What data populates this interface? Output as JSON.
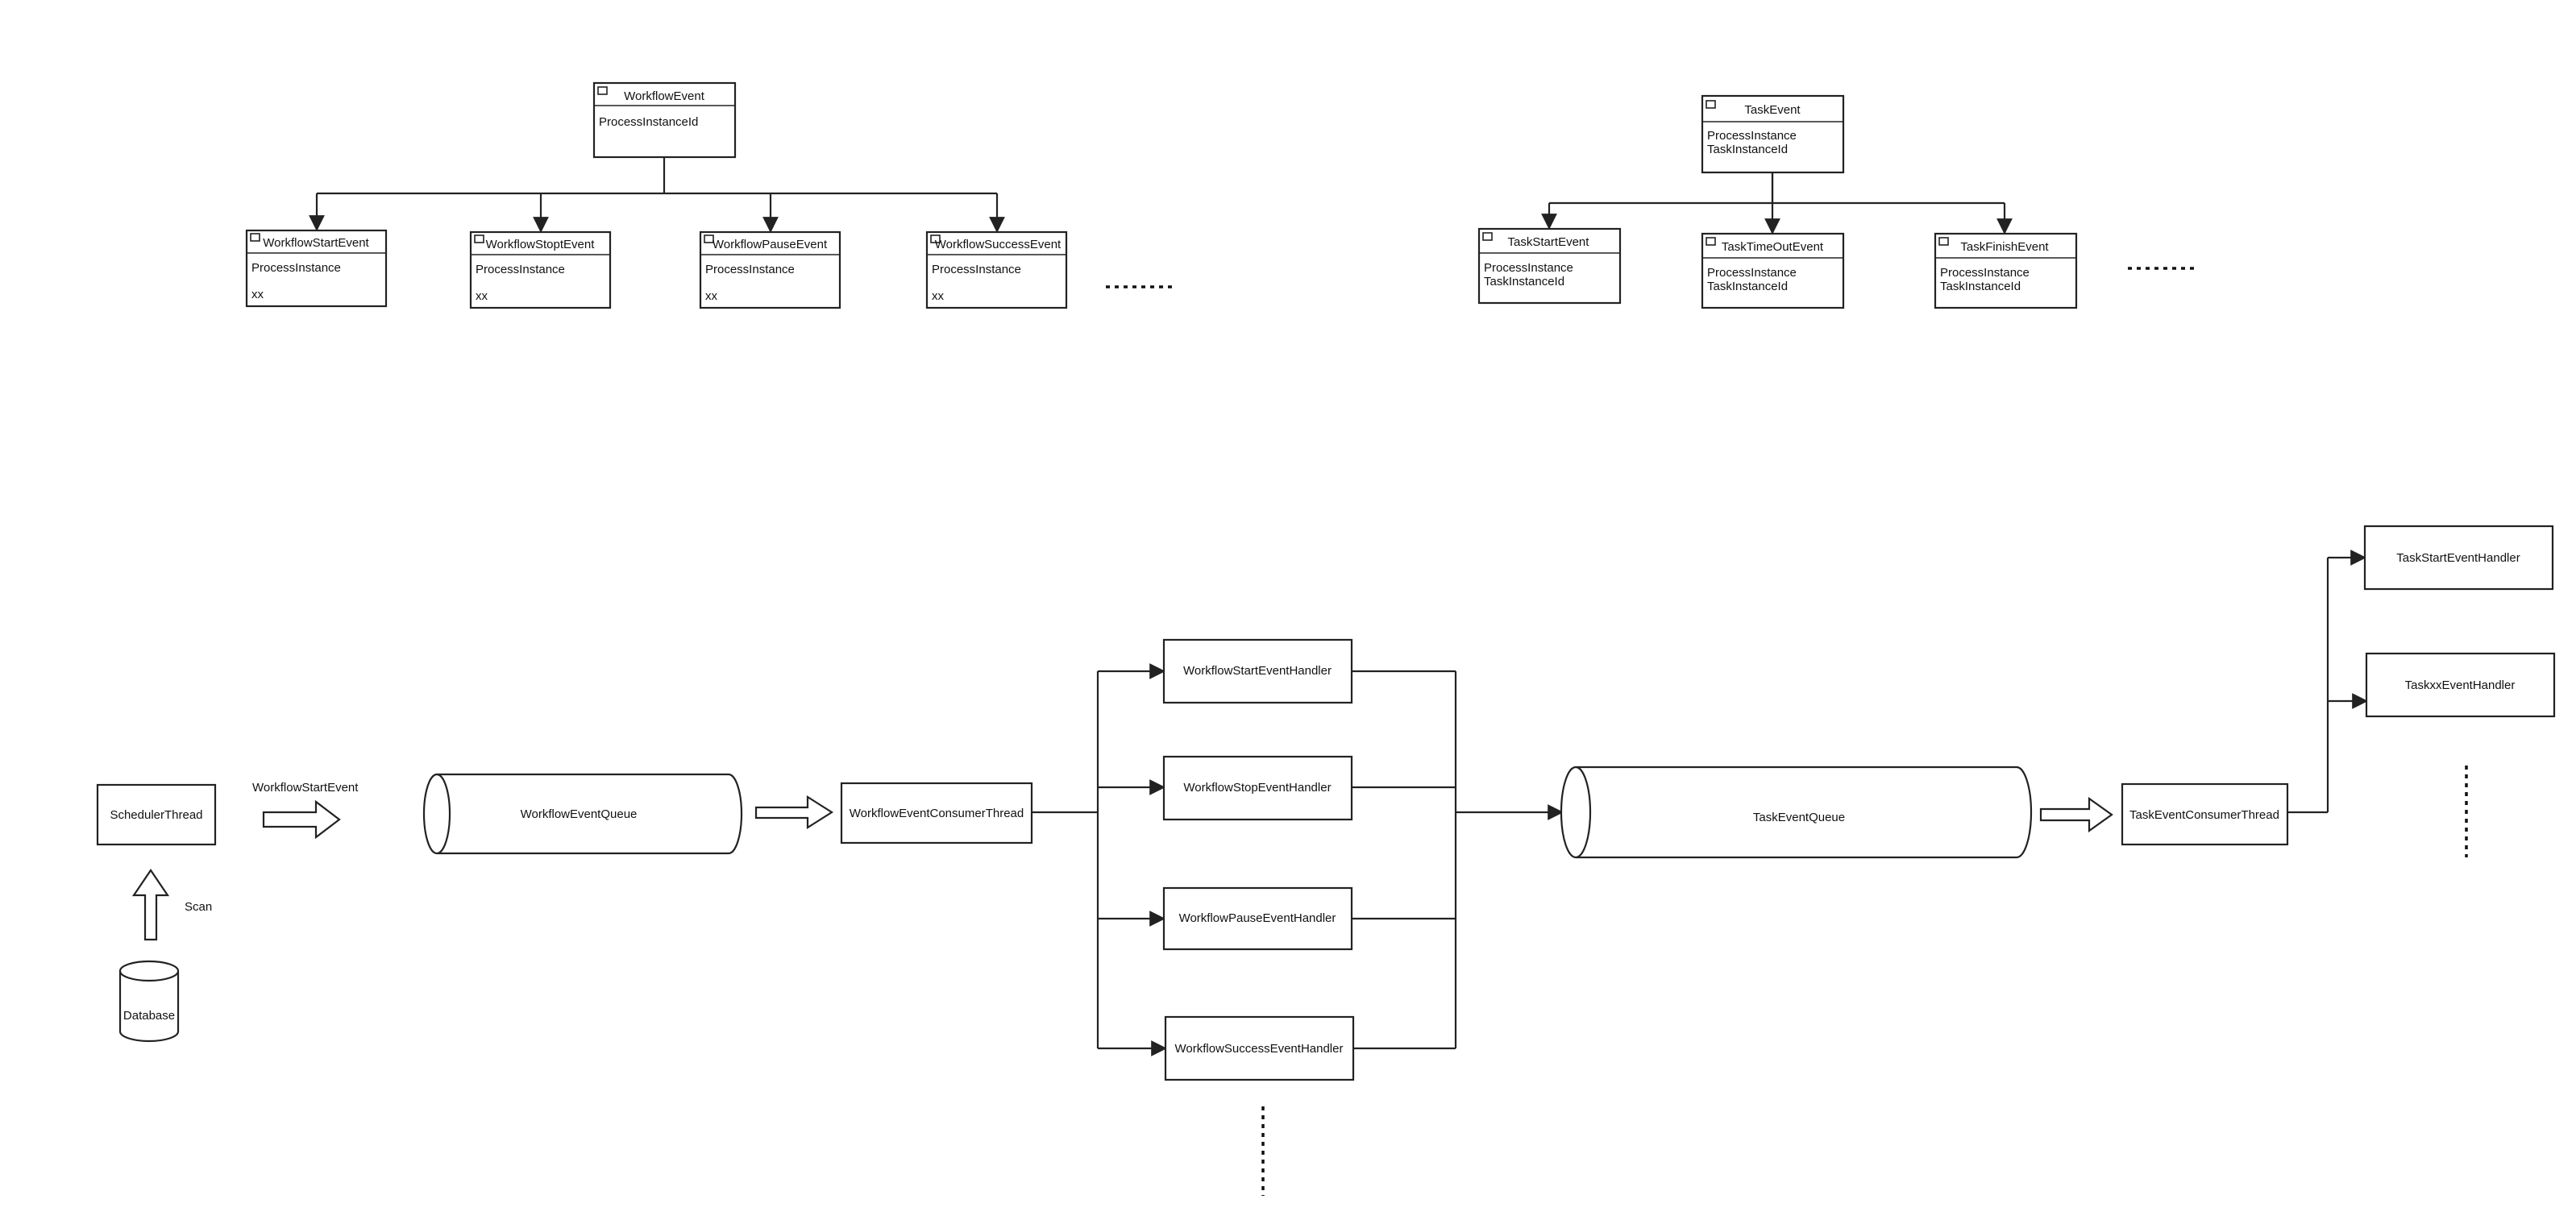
{
  "class_boxes": [
    {
      "id": "wf-event",
      "title": "WorkflowEvent",
      "fields": [
        "ProcessInstanceId"
      ]
    },
    {
      "id": "wf-start",
      "title": "WorkflowStartEvent",
      "fields": [
        "ProcessInstance",
        "xx"
      ]
    },
    {
      "id": "wf-stop",
      "title": "WorkflowStoptEvent",
      "fields": [
        "ProcessInstance",
        "xx"
      ]
    },
    {
      "id": "wf-pause",
      "title": "WorkflowPauseEvent",
      "fields": [
        "ProcessInstance",
        "xx"
      ]
    },
    {
      "id": "wf-success",
      "title": "WorkflowSuccessEvent",
      "fields": [
        "ProcessInstance",
        "xx"
      ]
    },
    {
      "id": "task-event",
      "title": "TaskEvent",
      "fields": [
        "ProcessInstance",
        "TaskInstanceId"
      ]
    },
    {
      "id": "task-start",
      "title": "TaskStartEvent",
      "fields": [
        "ProcessInstance",
        "TaskInstanceId"
      ]
    },
    {
      "id": "task-timeout",
      "title": "TaskTimeOutEvent",
      "fields": [
        "ProcessInstance",
        "TaskInstanceId"
      ]
    },
    {
      "id": "task-finish",
      "title": "TaskFinishEvent",
      "fields": [
        "ProcessInstance",
        "TaskInstanceId"
      ]
    }
  ],
  "nodes": {
    "scheduler_thread": "SchedulerThread",
    "database": "Database",
    "scan_label": "Scan",
    "start_event_label": "WorkflowStartEvent",
    "workflow_event_queue": "WorkflowEventQueue",
    "workflow_consumer": "WorkflowEventConsumerThread",
    "handlers": [
      "WorkflowStartEventHandler",
      "WorkflowStopEventHandler",
      "WorkflowPauseEventHandler",
      "WorkflowSuccessEventHandler"
    ],
    "task_event_queue": "TaskEventQueue",
    "task_consumer": "TaskEventConsumerThread",
    "task_handlers": [
      "TaskStartEventHandler",
      "TaskxxEventHandler"
    ]
  }
}
